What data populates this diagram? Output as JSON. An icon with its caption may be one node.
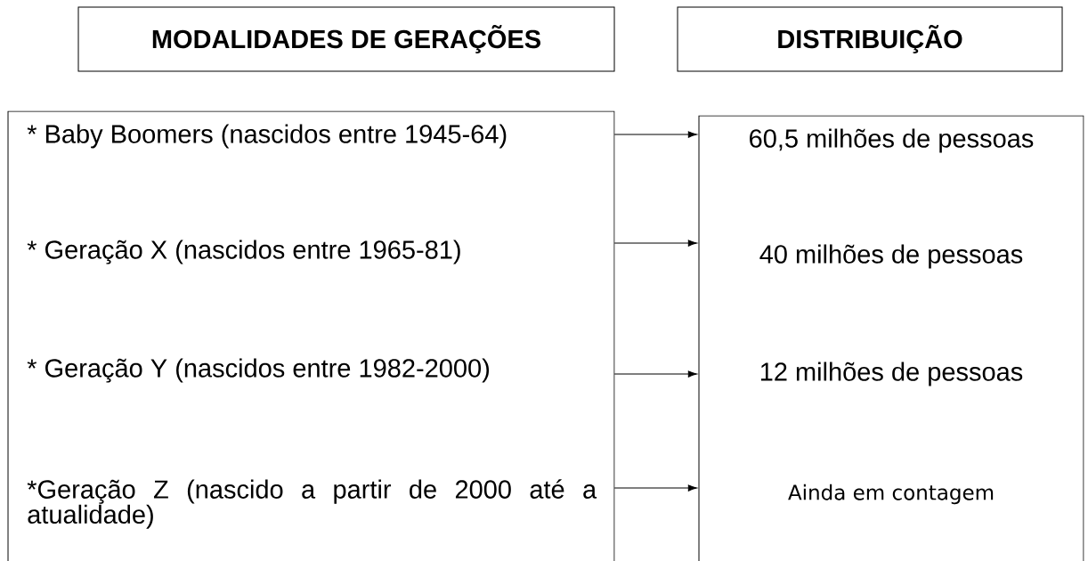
{
  "diagram": {
    "nodes": [
      {
        "text": [
          "MODALIDADES DE GERAÇÕES"
        ]
      },
      {
        "text": [
          "DISTRIBUIÇÃO"
        ]
      },
      {
        "text": [],
        "shape": "box"
      },
      {
        "text": [
          "* Baby Boomers (nascidos entre 1945-64)"
        ],
        "in": 2
      },
      {
        "text": [
          "* Geração X (nascidos entre 1965-81)"
        ],
        "in": 2
      },
      {
        "text": [
          "* Geração Y (nascidos entre 1982-2000)"
        ],
        "in": 2
      },
      {
        "text": [
          "*Geração Z (nascido a partir de 2000 até a atualidade)"
        ],
        "in": 2
      },
      {
        "text": [],
        "shape": "box"
      },
      {
        "text": [
          "60,5 milhões de pessoas"
        ],
        "in": 7
      },
      {
        "text": [
          "40 milhões de pessoas"
        ],
        "in": 7
      },
      {
        "text": [
          "12 milhões de pessoas"
        ],
        "in": 7
      },
      {
        "text": [
          "Ainda em contagem"
        ],
        "in": 7
      }
    ],
    "edges": [
      {
        "from": 2,
        "to": 7,
        "arrow": "to"
      },
      {
        "from": 2,
        "to": 7,
        "arrow": "to"
      },
      {
        "from": 2,
        "to": 7,
        "arrow": "to"
      },
      {
        "from": 2,
        "to": 7,
        "arrow": "to"
      }
    ]
  }
}
